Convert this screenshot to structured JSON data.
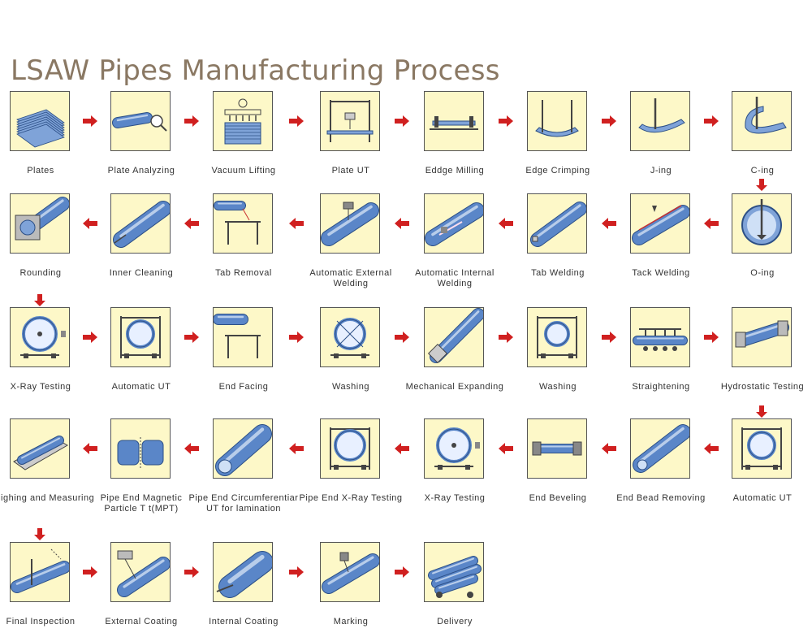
{
  "title": "LSAW Pipes Manufacturing Process",
  "steps": [
    {
      "label": "Plates",
      "icon": "plates-stack-icon"
    },
    {
      "label": "Plate Analyzing",
      "icon": "plate-analyzer-icon"
    },
    {
      "label": "Vacuum Lifting",
      "icon": "vacuum-lifter-icon"
    },
    {
      "label": "Plate UT",
      "icon": "plate-ut-gantry-icon"
    },
    {
      "label": "Eddge Milling",
      "icon": "edge-milling-icon"
    },
    {
      "label": "Edge Crimping",
      "icon": "edge-crimping-icon"
    },
    {
      "label": "J-ing",
      "icon": "j-forming-icon"
    },
    {
      "label": "C-ing",
      "icon": "c-forming-icon"
    },
    {
      "label": "O-ing",
      "icon": "o-forming-icon"
    },
    {
      "label": "Tack Welding",
      "icon": "tack-welding-icon"
    },
    {
      "label": "Tab Welding",
      "icon": "tab-welding-icon"
    },
    {
      "label": "Automatic Internal Welding",
      "icon": "internal-welding-icon"
    },
    {
      "label": "Automatic External Welding",
      "icon": "external-welding-icon"
    },
    {
      "label": "Tab Removal",
      "icon": "tab-removal-icon"
    },
    {
      "label": "Inner Cleaning",
      "icon": "inner-cleaning-icon"
    },
    {
      "label": "Rounding",
      "icon": "rounding-icon"
    },
    {
      "label": "X-Ray Testing",
      "icon": "xray-testing-icon"
    },
    {
      "label": "Automatic UT",
      "icon": "automatic-ut-icon"
    },
    {
      "label": "End Facing",
      "icon": "end-facing-icon"
    },
    {
      "label": "Washing",
      "icon": "washing-icon"
    },
    {
      "label": "Mechanical Expanding",
      "icon": "mechanical-expanding-icon"
    },
    {
      "label": "Washing",
      "icon": "washing-frame-icon"
    },
    {
      "label": "Straightening",
      "icon": "straightening-icon"
    },
    {
      "label": "Hydrostatic Testing",
      "icon": "hydrostatic-testing-icon"
    },
    {
      "label": "Automatic UT",
      "icon": "automatic-ut-icon"
    },
    {
      "label": "End Bead Removing",
      "icon": "end-bead-removing-icon"
    },
    {
      "label": "End Beveling",
      "icon": "end-beveling-icon"
    },
    {
      "label": "X-Ray Testing",
      "icon": "xray-testing-icon"
    },
    {
      "label": "Pipe End X-Ray Testing",
      "icon": "pipe-end-xray-icon"
    },
    {
      "label": "Pipe End Circumferentiar UT for lamination",
      "icon": "pipe-end-ut-icon"
    },
    {
      "label": "Pipe End Magnetic Particle T t(MPT)",
      "icon": "magnetic-particle-icon"
    },
    {
      "label": "Weighing and Measuring",
      "icon": "weighing-icon"
    },
    {
      "label": "Final Inspection",
      "icon": "final-inspection-icon"
    },
    {
      "label": "External Coating",
      "icon": "external-coating-icon"
    },
    {
      "label": "Internal Coating",
      "icon": "internal-coating-icon"
    },
    {
      "label": "Marking",
      "icon": "marking-icon"
    },
    {
      "label": "Delivery",
      "icon": "delivery-icon"
    }
  ],
  "colors": {
    "arrow": "#d02020",
    "box_fill": "#fdf8c8",
    "pipe": "#5a86c8",
    "title": "#8a7863"
  }
}
